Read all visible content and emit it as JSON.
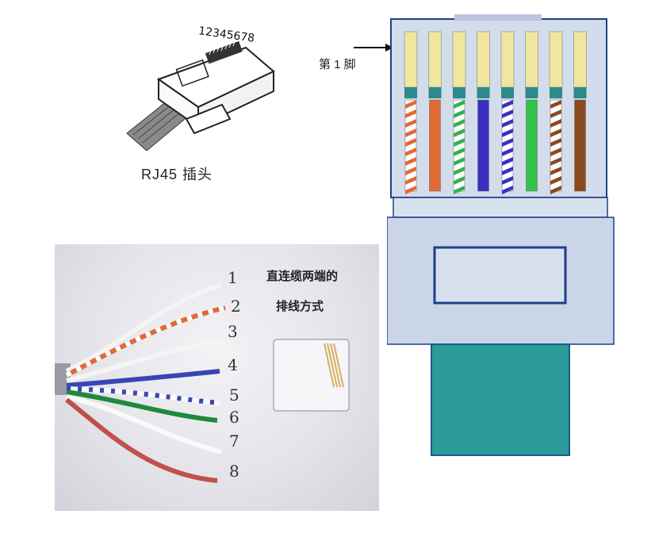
{
  "sketch": {
    "pin_numbers": "12345678",
    "label": "RJ45 插头"
  },
  "photo": {
    "caption_line1": "直连缆两端的",
    "caption_line2": "排线方式",
    "wire_numbers": [
      "1",
      "2",
      "3",
      "4",
      "5",
      "6",
      "7",
      "8"
    ]
  },
  "connector": {
    "pin1_label": "第 1 脚",
    "wires": [
      {
        "base": "#ffffff",
        "stripe": "#e06a35"
      },
      {
        "base": "#e06a35",
        "stripe": null
      },
      {
        "base": "#ffffff",
        "stripe": "#32b24a"
      },
      {
        "base": "#3a2fc0",
        "stripe": null
      },
      {
        "base": "#ffffff",
        "stripe": "#3a2fc0"
      },
      {
        "base": "#32c24a",
        "stripe": null
      },
      {
        "base": "#ffffff",
        "stripe": "#8a4a1e"
      },
      {
        "base": "#8a4a1e",
        "stripe": null
      }
    ],
    "colors": {
      "body": "#c9d6e8",
      "body_outline": "#1e3f8a",
      "pin_gold": "#f0e6a0",
      "pin_teal": "#2d8a8a",
      "boot": "#2b9a9a"
    }
  }
}
